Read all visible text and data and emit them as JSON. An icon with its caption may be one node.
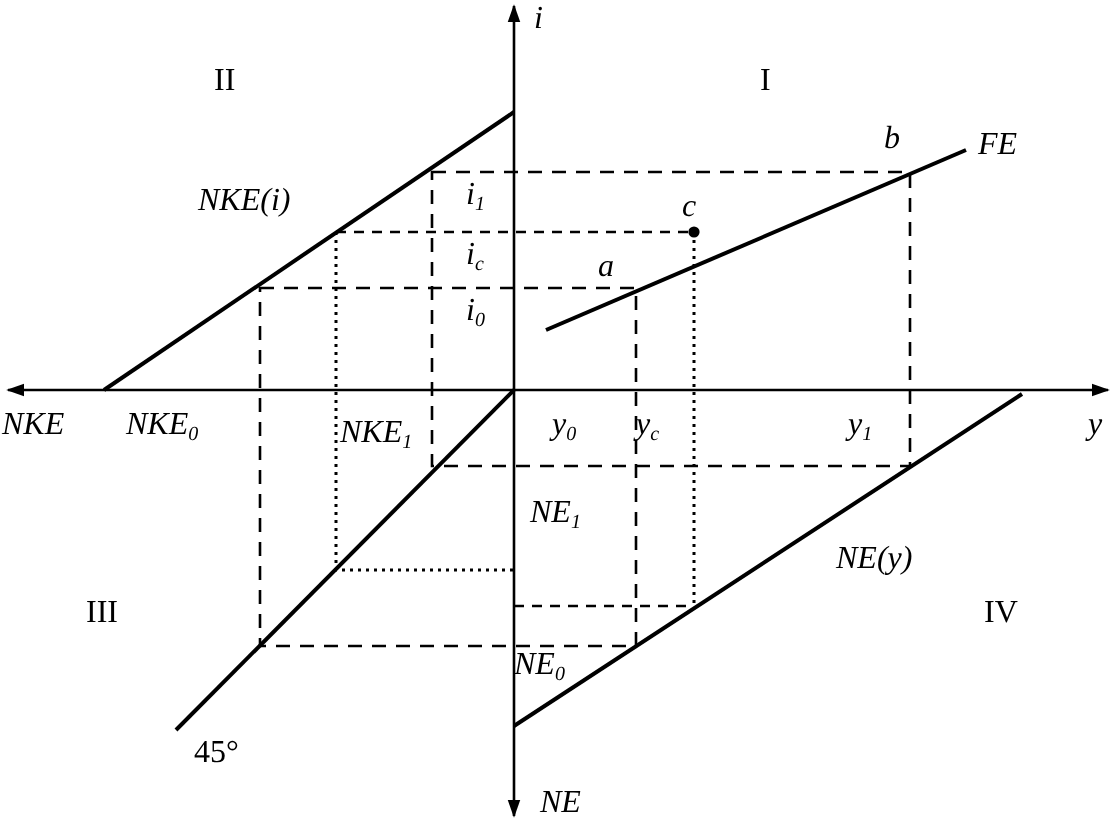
{
  "diagram": {
    "labels": [
      "i",
      "II",
      "I",
      "NKE(i)",
      "i$_{1}$",
      "i$_{c}$",
      "i$_{0}$",
      "b",
      "FE",
      "c",
      "a",
      "NKE",
      "NKE$_{0}$",
      "NKE$_{1}$",
      "y$_{0}$",
      "y$_{c}$",
      "y$_{1}$",
      "y",
      "NE$_{1}$",
      "NE(y)",
      "III",
      "IV",
      "NE$_{0}$",
      "45°",
      "NE"
    ]
  }
}
